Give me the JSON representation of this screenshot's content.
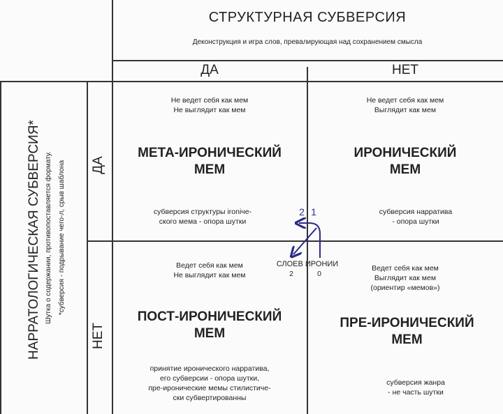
{
  "top_axis": {
    "title": "СТРУКТУРНАЯ СУБВЕРСИЯ",
    "subtitle": "Деконструкция и игра слов, превалирующая над сохранением смысла",
    "yes": "ДА",
    "no": "НЕТ"
  },
  "left_axis": {
    "title": "НАРРАТОЛОГИЧЕСКАЯ СУБВЕРСИЯ*",
    "subtitle": "Шутка о содержании, противопоставляется формату.",
    "footnote": "*субверсия - подрывание чего-л, срыв шаблона",
    "yes": "ДА",
    "no": "НЕТ"
  },
  "quadrants": [
    {
      "desc": [
        "Не ведет себя как мем",
        "Не выглядит как мем"
      ],
      "name": [
        "МЕТА-ИРОНИЧЕСКИЙ",
        "МЕМ"
      ],
      "note": [
        "субверсия структуры ironiче-",
        "ского мема - опора шутки"
      ]
    },
    {
      "desc": [
        "Не ведет себя как мем",
        "Выглядит как мем"
      ],
      "name": [
        "ИРОНИЧЕСКИЙ",
        "МЕМ"
      ],
      "note": [
        "субверсия нарратива",
        "- опора шутки"
      ]
    },
    {
      "desc": [
        "Ведет себя как мем",
        "Не выглядит как мем"
      ],
      "name": [
        "ПОСТ-ИРОНИЧЕСКИЙ",
        "МЕМ"
      ],
      "note": [
        "принятие иронического нарратива,",
        "его субверсии - опора шутки,",
        "пре-иронические мемы стилистиче-",
        "ски субвертированны"
      ]
    },
    {
      "desc": [
        "Ведет себя как мем",
        "Выглядит как мем",
        "(ориентир «мемов»)"
      ],
      "name": [
        "ПРЕ-ИРОНИЧЕСКИЙ",
        "МЕМ"
      ],
      "note": [
        "субверсия жанра",
        "- не часть шутки"
      ]
    }
  ],
  "irony_layers": {
    "label": "СЛОЕВ ИРОНИИ",
    "n2": "2",
    "n1": "1",
    "n2b": "2",
    "n0": "0"
  },
  "colors": {
    "arrow": "#2a2a8a",
    "line": "#333333"
  }
}
